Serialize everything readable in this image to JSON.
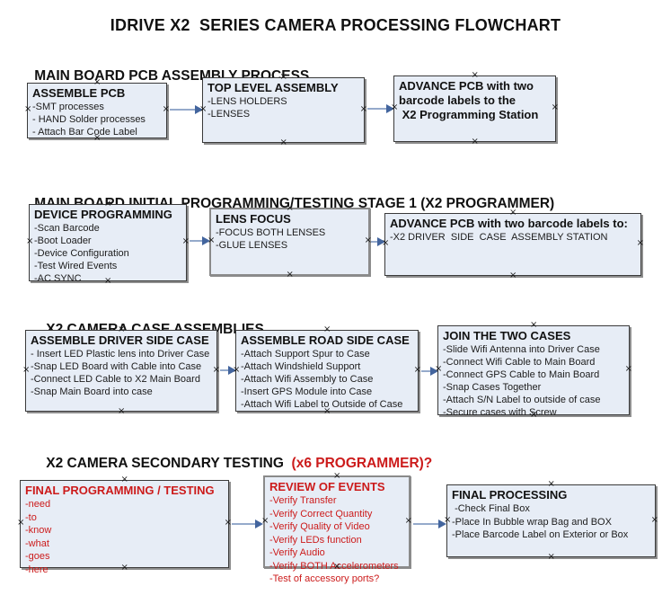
{
  "page_title": "IDRIVE X2  SERIES CAMERA PROCESSING FLOWCHART",
  "icons": {
    "handle_glyph": "×",
    "arrowhead": "right-triangle"
  },
  "colors": {
    "box_fill": "#e7edf6",
    "box_border": "#3a3a3a",
    "box_shadow": "#8e8e8e",
    "arrow_line": "#95aacb",
    "arrow_head": "#43659e",
    "red_text": "#cc1b1b",
    "black_text": "#111111"
  },
  "sections": [
    {
      "heading": "MAIN BOARD PCB ASSEMBLY PROCESS",
      "boxes": [
        {
          "title": "ASSEMBLE PCB",
          "items": [
            "-SMT processes",
            "- HAND Solder processes",
            "- Attach Bar Code Label"
          ]
        },
        {
          "title": "TOP LEVEL ASSEMBLY",
          "items": [
            "-LENS HOLDERS",
            "-LENSES"
          ]
        },
        {
          "title": "ADVANCE PCB with two\nbarcode labels to the\n X2 Programming Station",
          "items": []
        }
      ]
    },
    {
      "heading": "MAIN BOARD INITIAL PROGRAMMING/TESTING STAGE 1 (X2 PROGRAMMER)",
      "boxes": [
        {
          "title": "DEVICE PROGRAMMING",
          "items": [
            "-Scan Barcode",
            "-Boot Loader",
            "-Device Configuration",
            "-Test Wired Events",
            "-AC SYNC"
          ]
        },
        {
          "title": "LENS FOCUS",
          "items": [
            "-FOCUS BOTH LENSES",
            "-GLUE LENSES"
          ]
        },
        {
          "title": "ADVANCE PCB with two barcode labels to:",
          "items": [
            "-X2 DRIVER  SIDE  CASE  ASSEMBLY STATION"
          ]
        }
      ]
    },
    {
      "heading": "X2 CAMERA CASE ASSEMBLIES",
      "boxes": [
        {
          "title": "ASSEMBLE DRIVER SIDE CASE",
          "items": [
            "- Insert LED Plastic lens into Driver Case",
            "-Snap LED Board with Cable into Case",
            "-Connect LED Cable to X2 Main Board",
            "-Snap Main Board into case"
          ]
        },
        {
          "title": "ASSEMBLE ROAD SIDE CASE",
          "items": [
            "-Attach Support Spur to Case",
            "-Attach Windshield Support",
            "-Attach Wifi Assembly to Case",
            "-Insert GPS Module into Case",
            "-Attach Wifi Label to Outside of Case"
          ]
        },
        {
          "title": "JOIN THE TWO CASES",
          "items": [
            "-Slide Wifi Antenna into Driver Case",
            "-Connect Wifi Cable to Main Board",
            "-Connect GPS Cable to Main Board",
            "-Snap Cases Together",
            "-Attach S/N Label to outside of case",
            "-Secure cases with Screw"
          ]
        }
      ]
    },
    {
      "heading": "X2 CAMERA SECONDARY TESTING ",
      "heading_red": " (x6 PROGRAMMER)?",
      "boxes": [
        {
          "title": "FINAL PROGRAMMING / TESTING",
          "items": [
            "-need",
            "-to",
            "-know",
            "-what",
            "-goes",
            "-here"
          ]
        },
        {
          "title": "REVIEW OF EVENTS",
          "items": [
            "-Verify Transfer",
            "-Verify Correct Quantity",
            "-Verify Quality of Video",
            "-Verify LEDs function",
            "-Verify Audio",
            "-Verify BOTH Accelerometers",
            "-Test of accessory ports?"
          ]
        },
        {
          "title": "FINAL PROCESSING",
          "items": [
            " -Check Final Box",
            "-Place In Bubble wrap Bag and BOX",
            "-Place Barcode Label on Exterior or Box"
          ]
        }
      ]
    }
  ]
}
